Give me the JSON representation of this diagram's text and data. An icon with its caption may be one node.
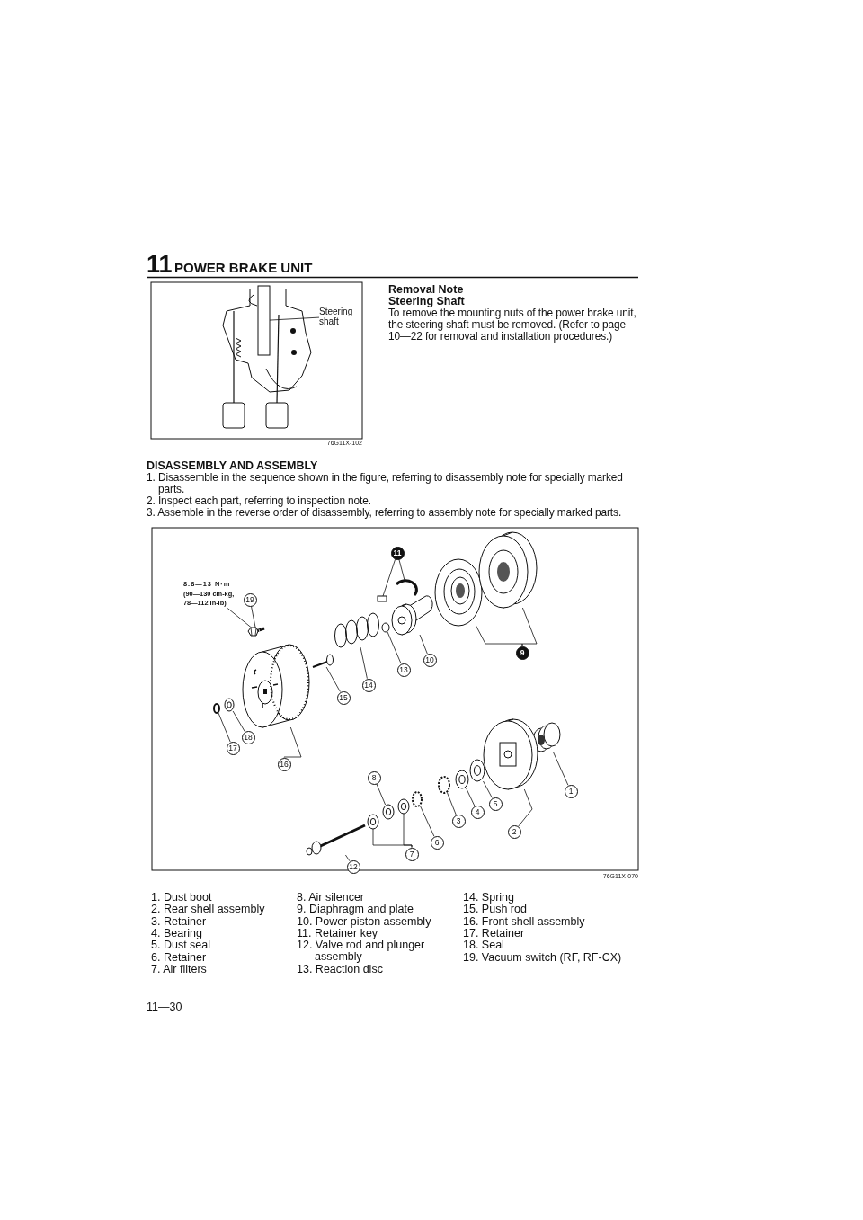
{
  "diagram": {
    "title": "POWER BRAKE UNIT",
    "nodes": [
      {
        "text": [
          "Steering shaft"
        ]
      },
      {
        "text": [],
        "shape": "bar"
      },
      {
        "text": [
          "8.8—13 N·m (90—130 cm-kg, 78—112 in-lb)"
        ]
      },
      {
        "text": [
          "11"
        ]
      },
      {
        "text": [],
        "shape": "picture"
      },
      {
        "text": [],
        "shape": "box"
      },
      {
        "text": [
          "19"
        ]
      },
      {
        "text": [],
        "shape": "picture"
      },
      {
        "text": [],
        "shape": "picture"
      },
      {
        "text": [],
        "shape": "picture"
      },
      {
        "text": [],
        "shape": "picture"
      },
      {
        "text": [],
        "shape": "circle"
      },
      {
        "text": [],
        "shape": "picture"
      },
      {
        "text": [],
        "shape": "picture"
      },
      {
        "text": [],
        "shape": "cylinder"
      },
      {
        "text": [
          "9"
        ]
      },
      {
        "text": [
          "10"
        ]
      },
      {
        "text": [
          "13"
        ]
      },
      {
        "text": [
          "14"
        ]
      },
      {
        "text": [
          "15"
        ]
      },
      {
        "text": [],
        "shape": "circle"
      },
      {
        "text": [],
        "shape": "picture"
      },
      {
        "text": [
          "18"
        ]
      },
      {
        "text": [
          "17"
        ]
      },
      {
        "text": [
          "16"
        ]
      },
      {
        "text": [],
        "shape": "picture"
      },
      {
        "text": [],
        "shape": "picture"
      },
      {
        "text": [],
        "shape": "picture"
      },
      {
        "text": [],
        "shape": "picture"
      },
      {
        "text": [],
        "shape": "circle"
      },
      {
        "text": [],
        "shape": "circle"
      },
      {
        "text": [],
        "shape": "picture"
      },
      {
        "text": [],
        "shape": "picture"
      },
      {
        "text": [],
        "shape": "picture"
      },
      {
        "text": [],
        "shape": "picture"
      },
      {
        "text": [
          "8"
        ]
      },
      {
        "text": [
          "1"
        ]
      },
      {
        "text": [
          "5"
        ]
      },
      {
        "text": [
          "4"
        ]
      },
      {
        "text": [
          "3"
        ]
      },
      {
        "text": [
          "2"
        ]
      },
      {
        "text": [
          "6"
        ]
      },
      {
        "text": [
          "7"
        ]
      },
      {
        "text": [
          "12"
        ]
      }
    ],
    "edges": [
      {
        "from": 0,
        "to": 1,
        "arrow": "none"
      },
      {
        "from": 2,
        "to": 7,
        "arrow": "none"
      },
      {
        "from": 6,
        "to": 7,
        "arrow": "none"
      },
      {
        "from": 3,
        "to": 4,
        "arrow": "none"
      },
      {
        "from": 3,
        "to": 5,
        "arrow": "none"
      },
      {
        "from": 15,
        "to": 8,
        "arrow": "none"
      },
      {
        "from": 15,
        "to": 9,
        "arrow": "none"
      },
      {
        "from": 16,
        "to": 10,
        "arrow": "none"
      },
      {
        "from": 17,
        "to": 11,
        "arrow": "none"
      },
      {
        "from": 18,
        "to": 12,
        "arrow": "none"
      },
      {
        "from": 19,
        "to": 13,
        "arrow": "none"
      },
      {
        "from": 24,
        "to": 14,
        "arrow": "none"
      },
      {
        "from": 22,
        "to": 21,
        "arrow": "none"
      },
      {
        "from": 23,
        "to": 20,
        "arrow": "none"
      },
      {
        "from": 36,
        "to": 25,
        "arrow": "none"
      },
      {
        "from": 40,
        "to": 26,
        "arrow": "none"
      },
      {
        "from": 37,
        "to": 27,
        "arrow": "none"
      },
      {
        "from": 38,
        "to": 28,
        "arrow": "none"
      },
      {
        "from": 39,
        "to": 29,
        "arrow": "none"
      },
      {
        "from": 41,
        "to": 30,
        "arrow": "none"
      },
      {
        "from": 35,
        "to": 32,
        "arrow": "none"
      },
      {
        "from": 42,
        "to": 33,
        "arrow": "none"
      },
      {
        "from": 42,
        "to": 31,
        "arrow": "none"
      },
      {
        "from": 43,
        "to": 34,
        "arrow": "none"
      }
    ],
    "labels": [
      "11",
      "76G11X-102",
      "Removal Note",
      "Steering Shaft",
      "To remove the mounting nuts of the power brake unit, the steering shaft must be removed. (Refer to page 10—22 for removal and installation procedures.)",
      "DISASSEMBLY AND ASSEMBLY",
      "1. Disassemble in the sequence shown in the figure, referring to disassembly note for specially marked parts.",
      "2. Inspect each part, referring to inspection note.",
      "3. Assemble in the reverse order of disassembly, referring to assembly note for specially marked parts.",
      "76G11X-070",
      "1. Dust boot",
      "2. Rear shell assembly",
      "3. Retainer",
      "4. Bearing",
      "5. Dust seal",
      "6. Retainer",
      "7. Air filters",
      "8. Air silencer",
      "9. Diaphragm and plate",
      "10. Power piston assembly",
      "11. Retainer key",
      "12. Valve rod and plunger assembly",
      "13. Reaction disc",
      "14. Spring",
      "15. Push rod",
      "16. Front shell assembly",
      "17. Retainer",
      "18. Seal",
      "19. Vacuum switch (RF, RF-CX)",
      "11—30"
    ]
  }
}
